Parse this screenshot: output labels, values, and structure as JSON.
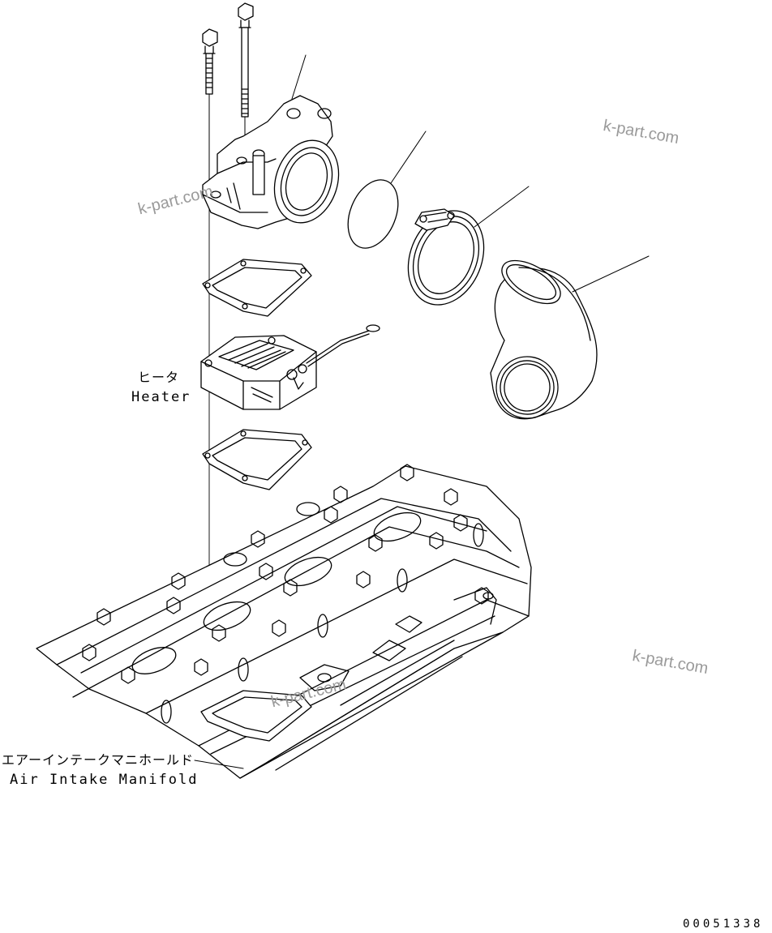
{
  "labels": {
    "heater_jp": "ヒータ",
    "heater_en": "Heater",
    "manifold_jp": "エアーインテークマニホールド",
    "manifold_en": "Air Intake Manifold"
  },
  "watermark": "k-part.com",
  "drawing_number": "00051338",
  "colors": {
    "line": "#000000",
    "watermark": "#9a9a9a",
    "background": "#ffffff"
  }
}
